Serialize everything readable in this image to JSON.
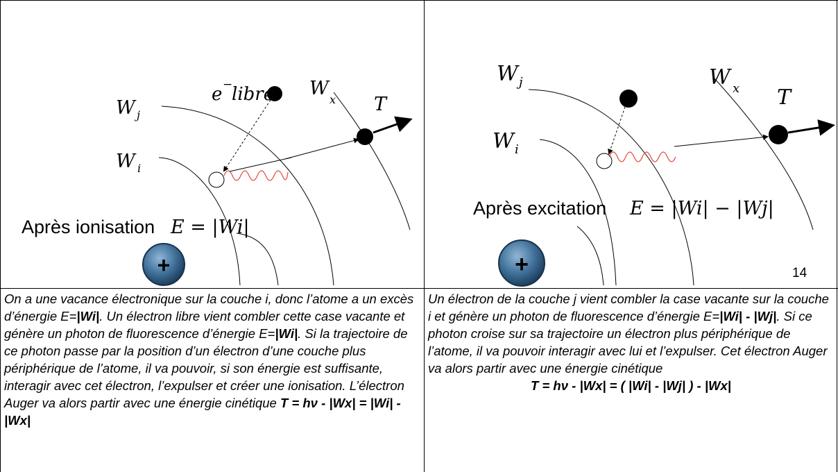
{
  "left": {
    "fig": {
      "e_label": "e",
      "e_sup": "−",
      "e_word": "libre",
      "wj_label": "W",
      "wj_sub": "j",
      "wi_label": "W",
      "wi_sub": "i",
      "wx_label": "W",
      "wx_sub": "x",
      "t_label": "T",
      "caption_prefix": "Après ionisation",
      "caption_formula": "E = |Wi|",
      "nucleus_sign": "+"
    },
    "text": {
      "s1": "On a une vacance électronique sur la couche i, donc l’atome a un excès d’énergie E=",
      "s1_formula": "|Wi|",
      "s2": ". Un électron libre vient combler cette case vacante et génère un photon de fluorescence d’énergie E=",
      "s2_formula": "|Wi|",
      "s3": ". Si la trajectoire de ce photon passe par la position d’un électron d’une couche plus périphérique de l’atome, il va pouvoir, si son énergie est suffisante, interagir avec cet électron, l’expulser et créer une ionisation. L’électron Auger va alors partir avec une énergie cinétique ",
      "s3_formula": "T = hν - |Wx| = |Wi| - |Wx|"
    }
  },
  "right": {
    "fig": {
      "wj_label": "W",
      "wj_sub": "j",
      "wi_label": "W",
      "wi_sub": "i",
      "wx_label": "W",
      "wx_sub": "x",
      "t_label": "T",
      "caption_prefix": "Après excitation",
      "caption_formula": "E = |Wi| − |Wj|",
      "nucleus_sign": "+",
      "slide_number": "14"
    },
    "text": {
      "s1": "Un électron de la couche j vient combler la case vacante sur la couche i et génère un photon de fluorescence d’énergie E=",
      "s1_formula": "|Wi| - |Wj|",
      "s2": ". Si ce photon croise sur sa trajectoire un électron plus périphérique de l’atome, il va pouvoir interagir avec lui et l’expulser. Cet électron Auger va alors partir avec une énergie cinétique",
      "formula": "T = hν - |Wx| = ( |Wi| - |Wj| ) - |Wx|"
    }
  }
}
